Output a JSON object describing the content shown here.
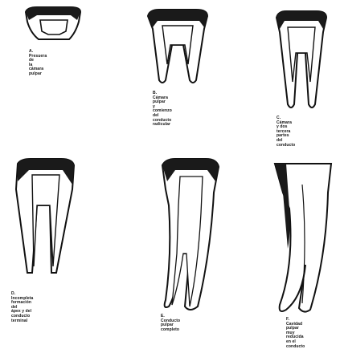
{
  "figure": {
    "panels": [
      {
        "id": "A",
        "caption": "A. Presuera de\nla cámara pulpar"
      },
      {
        "id": "B",
        "caption": "B. Cámara pulpar\ny comienzo del\nconducto radicular"
      },
      {
        "id": "C",
        "caption": "C. Cámara y dos\ntercera partes\ndel conducto"
      },
      {
        "id": "D",
        "caption": "D. Incompleta\nformación del\nápex y del\nconducto terminal"
      },
      {
        "id": "E",
        "caption": "E. Conducto pulpar\ncompleto"
      },
      {
        "id": "F",
        "caption": "F. Cavidad pulpar\nmuy reducida\nen el conducto"
      }
    ],
    "colors": {
      "ink": "#111111",
      "enamel": "#1a1a1a",
      "paper": "#ffffff"
    }
  }
}
